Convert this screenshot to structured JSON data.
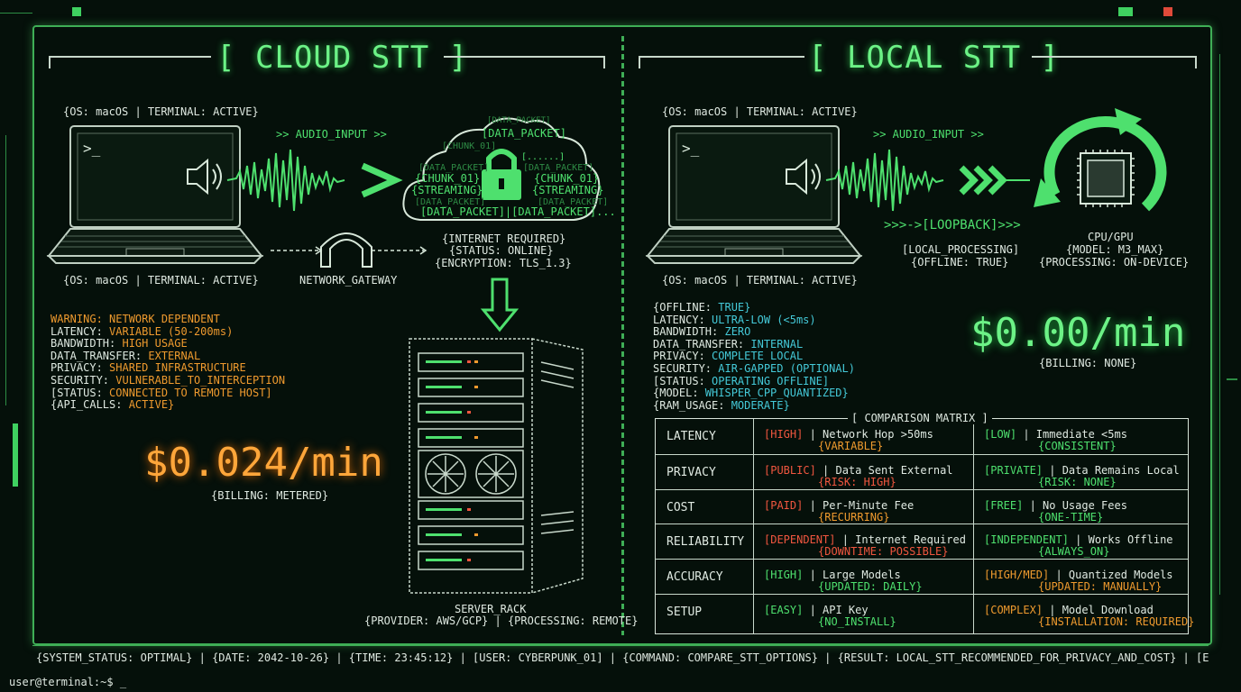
{
  "cloud": {
    "title": "[ CLOUD STT ]",
    "os_top": "{OS: macOS | TERMINAL: ACTIVE}",
    "os_bottom": "{OS: macOS | TERMINAL: ACTIVE}",
    "audio_label": ">> AUDIO_INPUT >>",
    "gateway_label": "NETWORK_GATEWAY",
    "cloud_packets": [
      "[DATA_PACKET]",
      "[DATA_PACKET]",
      "[CHUNK_01]",
      "{CHUNK_01}",
      "[DATA_PACKET]",
      "{STREAMING}",
      "{CHUNK_01}",
      "{STREAMING}",
      "[DATA_PACKET]",
      "[DATA_PACKET]",
      "[DATA_PACKET]|[DATA_PACKET]...",
      "[......]",
      "[DATA_PACKET]"
    ],
    "internet_info": [
      "{INTERNET REQUIRED}",
      "{STATUS: ONLINE}",
      "{ENCRYPTION: TLS_1.3}"
    ],
    "stats": [
      {
        "key": "WARNING: ",
        "value": "NETWORK DEPENDENT",
        "key_color": "#ef9a2e"
      },
      {
        "key": "LATENCY: ",
        "value": "VARIABLE (50-200ms)"
      },
      {
        "key": "BANDWIDTH: ",
        "value": "HIGH USAGE"
      },
      {
        "key": "DATA_TRANSFER: ",
        "value": "EXTERNAL"
      },
      {
        "key": "PRIVACY: ",
        "value": "SHARED INFRASTRUCTURE"
      },
      {
        "key": "SECURITY: ",
        "value": "VULNERABLE_TO_INTERCEPTION"
      },
      {
        "key": "[STATUS: ",
        "value": "CONNECTED TO REMOTE HOST]"
      },
      {
        "key": "{API_CALLS: ",
        "value": "ACTIVE}"
      }
    ],
    "price": "$0.024/min",
    "billing": "{BILLING: METERED}",
    "server_label": "SERVER_RACK",
    "server_info": "{PROVIDER: AWS/GCP} | {PROCESSING: REMOTE}"
  },
  "local": {
    "title": "[ LOCAL STT ]",
    "os_top": "{OS: macOS | TERMINAL: ACTIVE}",
    "os_bottom": "{OS: macOS | TERMINAL: ACTIVE}",
    "audio_label": ">> AUDIO_INPUT >>",
    "loopback": ">>>->[LOOPBACK]>>>",
    "processing": [
      "[LOCAL_PROCESSING]",
      "{OFFLINE: TRUE}"
    ],
    "cpu_chip_label": "CPU/GPU",
    "cpu_info": [
      "{MODEL: M3_MAX}",
      "{PROCESSING: ON-DEVICE}"
    ],
    "stats": [
      {
        "key": "{OFFLINE: ",
        "value": "TRUE}"
      },
      {
        "key": "LATENCY: ",
        "value": "ULTRA-LOW (<5ms)"
      },
      {
        "key": "BANDWIDTH: ",
        "value": "ZERO"
      },
      {
        "key": "DATA_TRANSFER: ",
        "value": "INTERNAL"
      },
      {
        "key": "PRIVACY: ",
        "value": "COMPLETE LOCAL"
      },
      {
        "key": "SECURITY: ",
        "value": "AIR-GAPPED (OPTIONAL)"
      },
      {
        "key": "[STATUS: ",
        "value": "OPERATING OFFLINE]"
      },
      {
        "key": "{MODEL: ",
        "value": "WHISPER_CPP_QUANTIZED}"
      },
      {
        "key": "{RAM_USAGE: ",
        "value": "MODERATE}"
      }
    ],
    "price": "$0.00/min",
    "billing": "{BILLING: NONE}"
  },
  "matrix": {
    "title": "[ COMPARISON MATRIX ]",
    "rows": [
      {
        "category": "LATENCY",
        "cloud_tag": "[HIGH]",
        "cloud_tag_color": "#f0563f",
        "cloud_text": "| Network Hop >50ms",
        "cloud_sub": "{VARIABLE}",
        "cloud_sub_color": "#ef9a2e",
        "local_tag": "[LOW]",
        "local_tag_color": "#4ee06e",
        "local_text": "| Immediate <5ms",
        "local_sub": "{CONSISTENT}",
        "local_sub_color": "#4ee06e"
      },
      {
        "category": "PRIVACY",
        "cloud_tag": "[PUBLIC]",
        "cloud_tag_color": "#f0563f",
        "cloud_text": "| Data Sent External",
        "cloud_sub": "{RISK: HIGH}",
        "cloud_sub_color": "#f0563f",
        "local_tag": "[PRIVATE]",
        "local_tag_color": "#4ee06e",
        "local_text": "| Data Remains Local",
        "local_sub": "{RISK: NONE}",
        "local_sub_color": "#4ee06e"
      },
      {
        "category": "COST",
        "cloud_tag": "[PAID]",
        "cloud_tag_color": "#f0563f",
        "cloud_text": "| Per-Minute Fee",
        "cloud_sub": "{RECURRING}",
        "cloud_sub_color": "#ef9a2e",
        "local_tag": "[FREE]",
        "local_tag_color": "#4ee06e",
        "local_text": "| No Usage Fees",
        "local_sub": "{ONE-TIME}",
        "local_sub_color": "#4ee06e"
      },
      {
        "category": "RELIABILITY",
        "cloud_tag": "[DEPENDENT]",
        "cloud_tag_color": "#f0563f",
        "cloud_text": "| Internet Required",
        "cloud_sub": "{DOWNTIME: POSSIBLE}",
        "cloud_sub_color": "#f0563f",
        "local_tag": "[INDEPENDENT]",
        "local_tag_color": "#4ee06e",
        "local_text": "| Works Offline",
        "local_sub": "{ALWAYS_ON}",
        "local_sub_color": "#4ee06e"
      },
      {
        "category": "ACCURACY",
        "cloud_tag": "[HIGH]",
        "cloud_tag_color": "#4ee06e",
        "cloud_text": "| Large Models",
        "cloud_sub": "{UPDATED: DAILY}",
        "cloud_sub_color": "#4ee06e",
        "local_tag": "[HIGH/MED]",
        "local_tag_color": "#ef9a2e",
        "local_text": "| Quantized Models",
        "local_sub": "{UPDATED: MANUALLY}",
        "local_sub_color": "#ef9a2e"
      },
      {
        "category": "SETUP",
        "cloud_tag": "[EASY]",
        "cloud_tag_color": "#4ee06e",
        "cloud_text": "| API Key",
        "cloud_sub": "{NO_INSTALL}",
        "cloud_sub_color": "#4ee06e",
        "local_tag": "[COMPLEX]",
        "local_tag_color": "#ef9a2e",
        "local_text": "| Model Download",
        "local_sub": "{INSTALLATION: REQUIRED}",
        "local_sub_color": "#ef9a2e"
      }
    ]
  },
  "status_bar": "{SYSTEM_STATUS: OPTIMAL} | {DATE: 2042-10-26} | {TIME: 23:45:12} | [USER: CYBERPUNK_01] | {COMMAND: COMPARE_STT_OPTIONS} | {RESULT: LOCAL_STT_RECOMMENDED_FOR_PRIVACY_AND_COST} | [END_OF_TRANSMISSION",
  "prompt": "user@terminal:~$ _",
  "colors": {
    "accent": "#4ee06e",
    "warn": "#ef9a2e",
    "danger": "#f0563f",
    "info": "#44c9d8",
    "border": "#3fae56"
  }
}
